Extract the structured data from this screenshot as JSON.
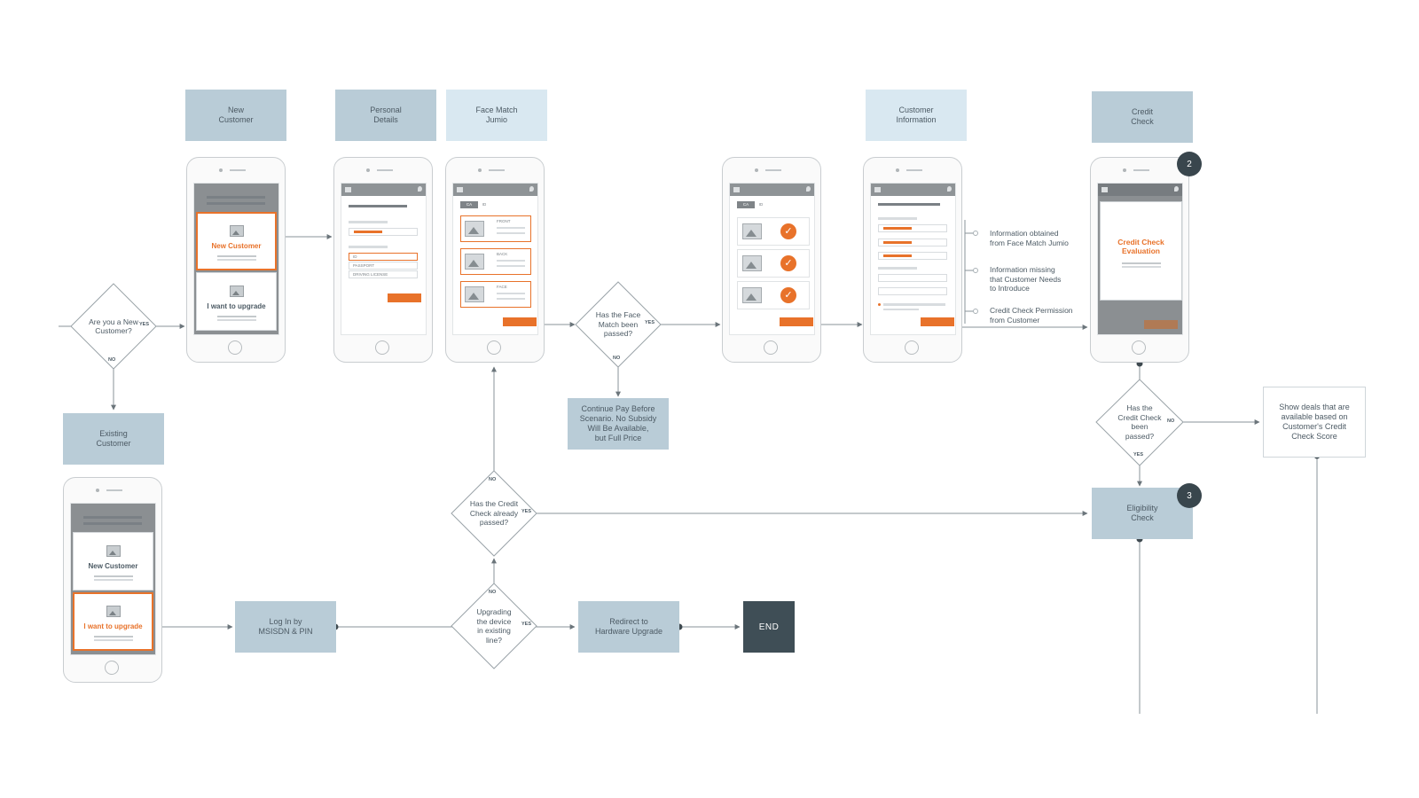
{
  "headers": {
    "new_customer": "New\nCustomer",
    "personal_details": "Personal\nDetails",
    "face_match": "Face Match\nJumio",
    "customer_information": "Customer\nInformation",
    "credit_check": "Credit\nCheck",
    "existing_customer": "Existing\nCustomer"
  },
  "phones": {
    "new_customer_option": "New Customer",
    "upgrade_option": "I want to upgrade",
    "id_tabs": [
      "CA",
      "ID"
    ],
    "id_fields": [
      "ID",
      "PASSPORT",
      "DRIVING LICENSE"
    ],
    "face_captions": [
      "FRONT",
      "BACK",
      "FACE"
    ],
    "credit_eval": "Credit Check\nEvaluation"
  },
  "decisions": {
    "new_customer_q": "Are you a New\nCustomer?",
    "face_match_q": "Has the Face\nMatch been\npassed?",
    "credit_passed_q": "Has the\nCredit Check\nbeen\npassed?",
    "credit_already_q": "Has the Credit\nCheck already\npassed?",
    "upgrading_q": "Upgrading\nthe device\nin existing\nline?"
  },
  "edge_labels": {
    "yes": "YES",
    "no": "NO"
  },
  "processes": {
    "continue_pay": "Continue Pay Before\nScenario. No Subsidy\nWill Be Available,\nbut Full Price",
    "show_deals": "Show deals that are\navailable based on\nCustomer's Credit\nCheck Score",
    "eligibility": "Eligibility\nCheck",
    "log_in": "Log In by\nMSISDN & PIN",
    "redirect": "Redirect to\nHardware Upgrade",
    "end": "END"
  },
  "notes": {
    "info_obtained": "Information obtained\nfrom Face Match Jumio",
    "info_missing": "Information missing\nthat Customer Needs\nto Introduce",
    "permission": "Credit Check Permission\nfrom Customer"
  },
  "badges": {
    "credit": "2",
    "eligibility": "3"
  },
  "colors": {
    "accent": "#e8722a",
    "node_dark": "#b9ccd7",
    "node_light": "#d9e8f1",
    "end": "#3f4e56",
    "edge": "#6b757b"
  }
}
